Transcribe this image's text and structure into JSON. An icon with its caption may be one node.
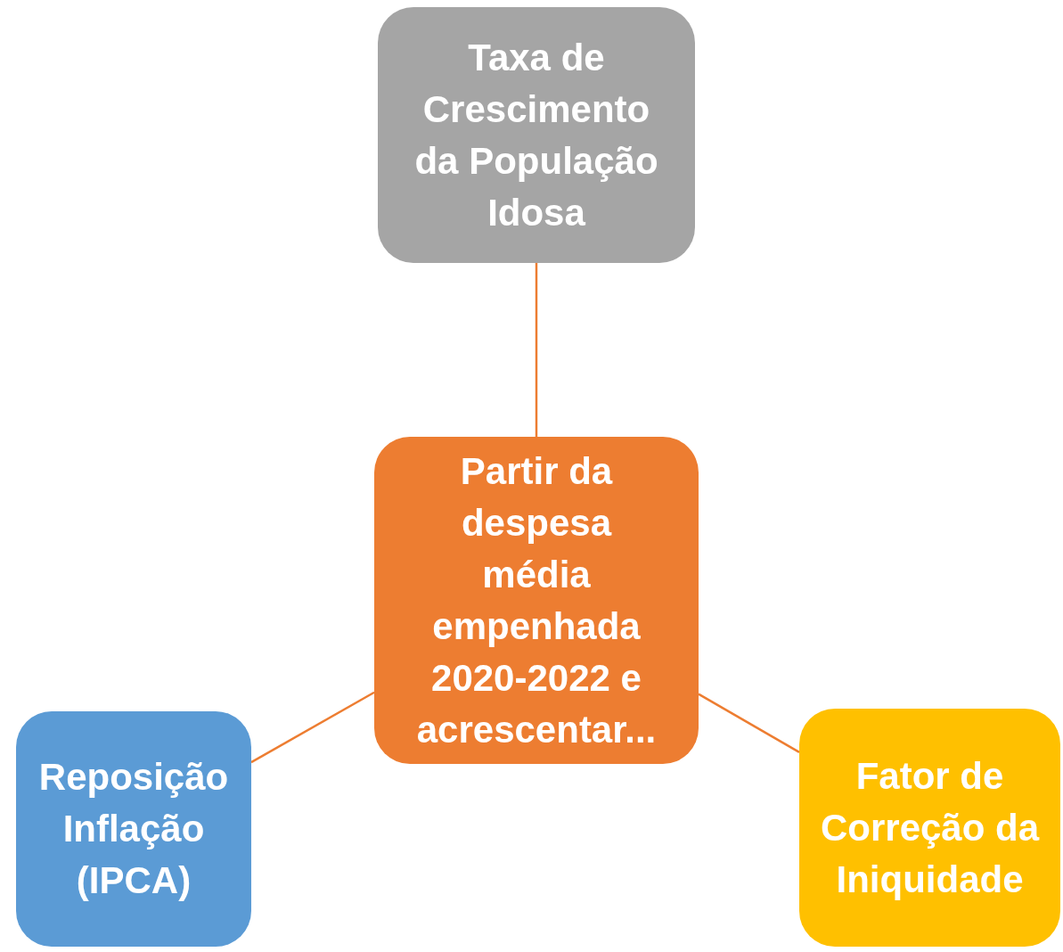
{
  "diagram": {
    "nodes": [
      {
        "text": [
          "Partir da despesa média empenhada 2020-2022 e acrescentar..."
        ]
      },
      {
        "text": [
          "Taxa de Crescimento da População Idosa"
        ]
      },
      {
        "text": [
          "Reposição Inflação (IPCA)"
        ]
      },
      {
        "text": [
          "Fator de Correção da Iniquidade"
        ]
      }
    ],
    "edges": [
      {
        "from": 0,
        "to": 1,
        "arrow": "none"
      },
      {
        "from": 0,
        "to": 2,
        "arrow": "none"
      },
      {
        "from": 0,
        "to": 3,
        "arrow": "none"
      }
    ]
  }
}
